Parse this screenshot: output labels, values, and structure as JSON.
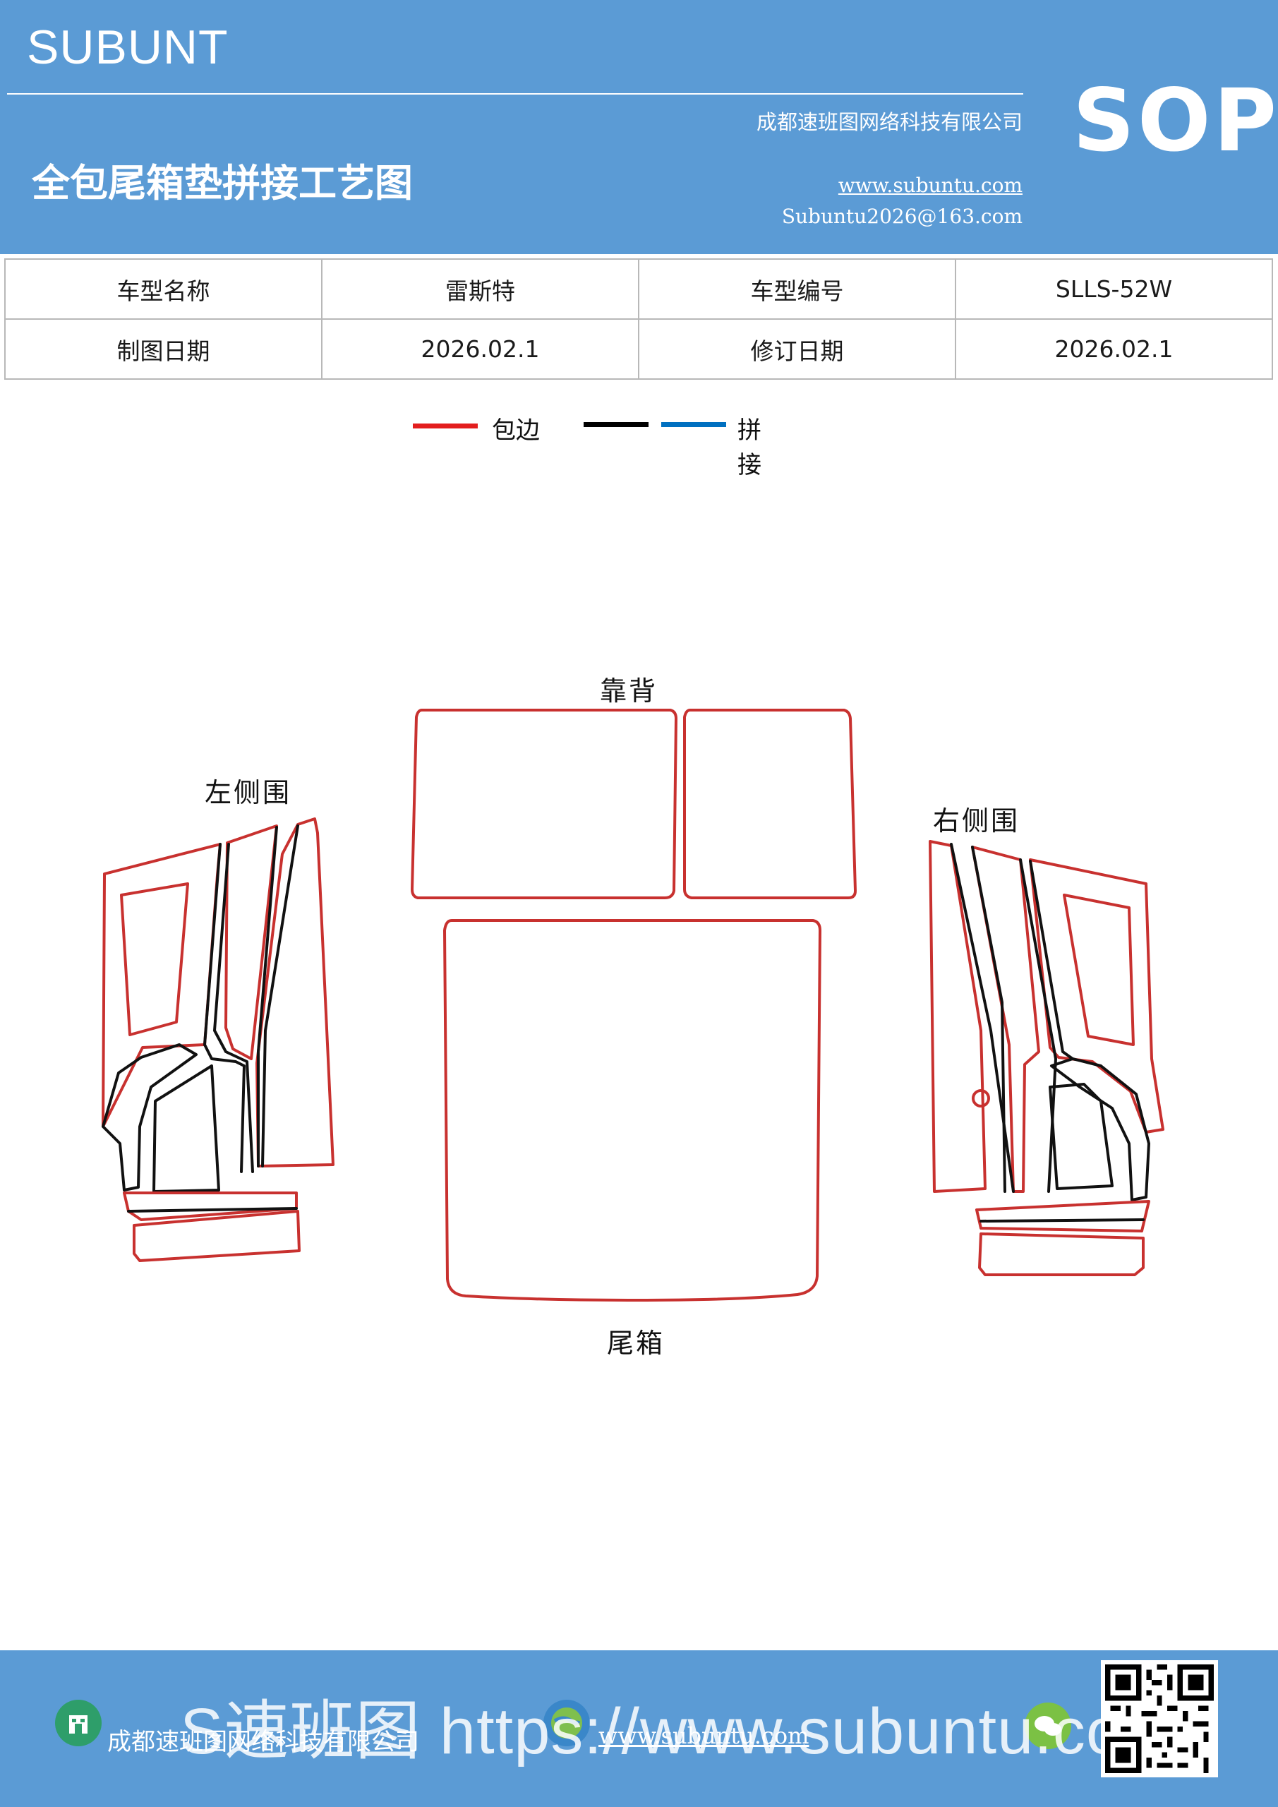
{
  "header": {
    "brand": "SUBUNT",
    "sop": "SOP",
    "company": "成都速班图网络科技有限公司",
    "website": "www.subuntu.com",
    "email": "Subuntu2026@163.com",
    "title": "全包尾箱垫拼接工艺图"
  },
  "info_table": {
    "rows": [
      [
        "车型名称",
        "雷斯特",
        "车型编号",
        "SLLS-52W"
      ],
      [
        "制图日期",
        "2026.02.1",
        "修订日期",
        "2026.02.1"
      ]
    ]
  },
  "legend": {
    "items": [
      {
        "label": "包边",
        "color": "#e31e1e"
      },
      {
        "label": "",
        "color": "#000000"
      },
      {
        "label": "拼接",
        "color": "#0070c0"
      }
    ]
  },
  "diagram": {
    "labels": {
      "backrest": "靠背",
      "left_side": "左侧围",
      "right_side": "右侧围",
      "trunk": "尾箱"
    },
    "colors": {
      "edge": "#c8312f",
      "seam": "#111111"
    }
  },
  "footer": {
    "company": "成都速班图网络科技有限公司",
    "website": "www.subuntu.com",
    "watermark": "S速班图 https://www.subuntu.com"
  }
}
